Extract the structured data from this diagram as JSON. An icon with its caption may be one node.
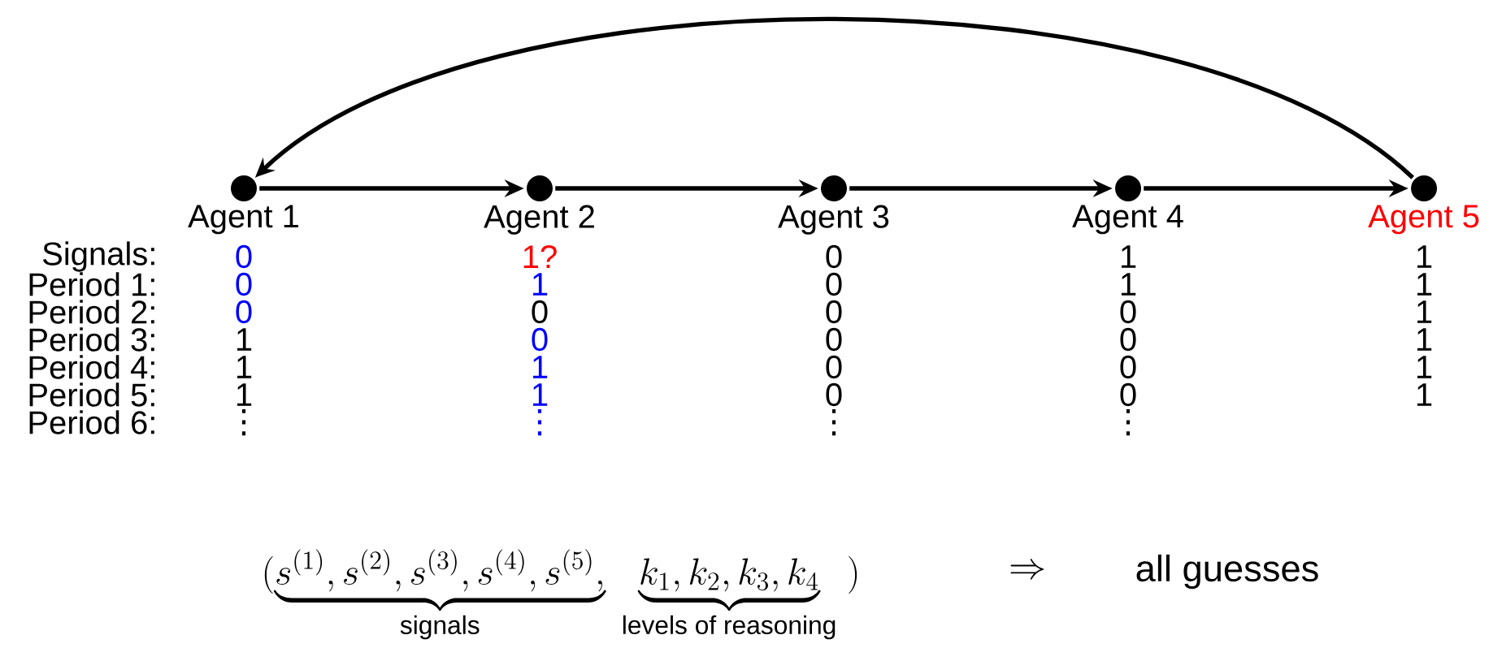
{
  "diagram": {
    "nodes": [
      {
        "text": [
          "Agent 1"
        ]
      },
      {
        "text": [
          "Agent 2"
        ]
      },
      {
        "text": [
          "Agent 3"
        ]
      },
      {
        "text": [
          "Agent 4"
        ]
      },
      {
        "text": [
          "Agent 5"
        ]
      }
    ],
    "edges": [
      {
        "from": 0,
        "to": 1,
        "arrow": "to"
      },
      {
        "from": 1,
        "to": 2,
        "arrow": "to"
      },
      {
        "from": 2,
        "to": 3,
        "arrow": "to"
      },
      {
        "from": 3,
        "to": 4,
        "arrow": "to"
      },
      {
        "from": 4,
        "to": 0,
        "arrow": "to"
      }
    ],
    "labels": [
      "Signals:",
      "0",
      "1?",
      "0",
      "1",
      "1",
      "Period 1:",
      "0",
      "1",
      "0",
      "1",
      "1",
      "Period 2:",
      "0",
      "0",
      "0",
      "0",
      "1",
      "Period 3:",
      "1",
      "0",
      "0",
      "0",
      "1",
      "Period 4:",
      "1",
      "1",
      "0",
      "0",
      "1",
      "Period 5:",
      "1",
      "1",
      "0",
      "0",
      "1",
      "Period 6:",
      "⋮",
      "⋮",
      "⋮",
      "⋮",
      "(\\underbrace{s^{(1)}, s^{(2)}, s^{(3)}, s^{(4)}, s^{(5)},}_{\\text{signals}}\\ \\underbrace{k_1, k_2, k_3, k_4}_{\\text{levels of reasoning}}\\ )",
      "\\Rightarrow",
      "all guesses"
    ]
  }
}
